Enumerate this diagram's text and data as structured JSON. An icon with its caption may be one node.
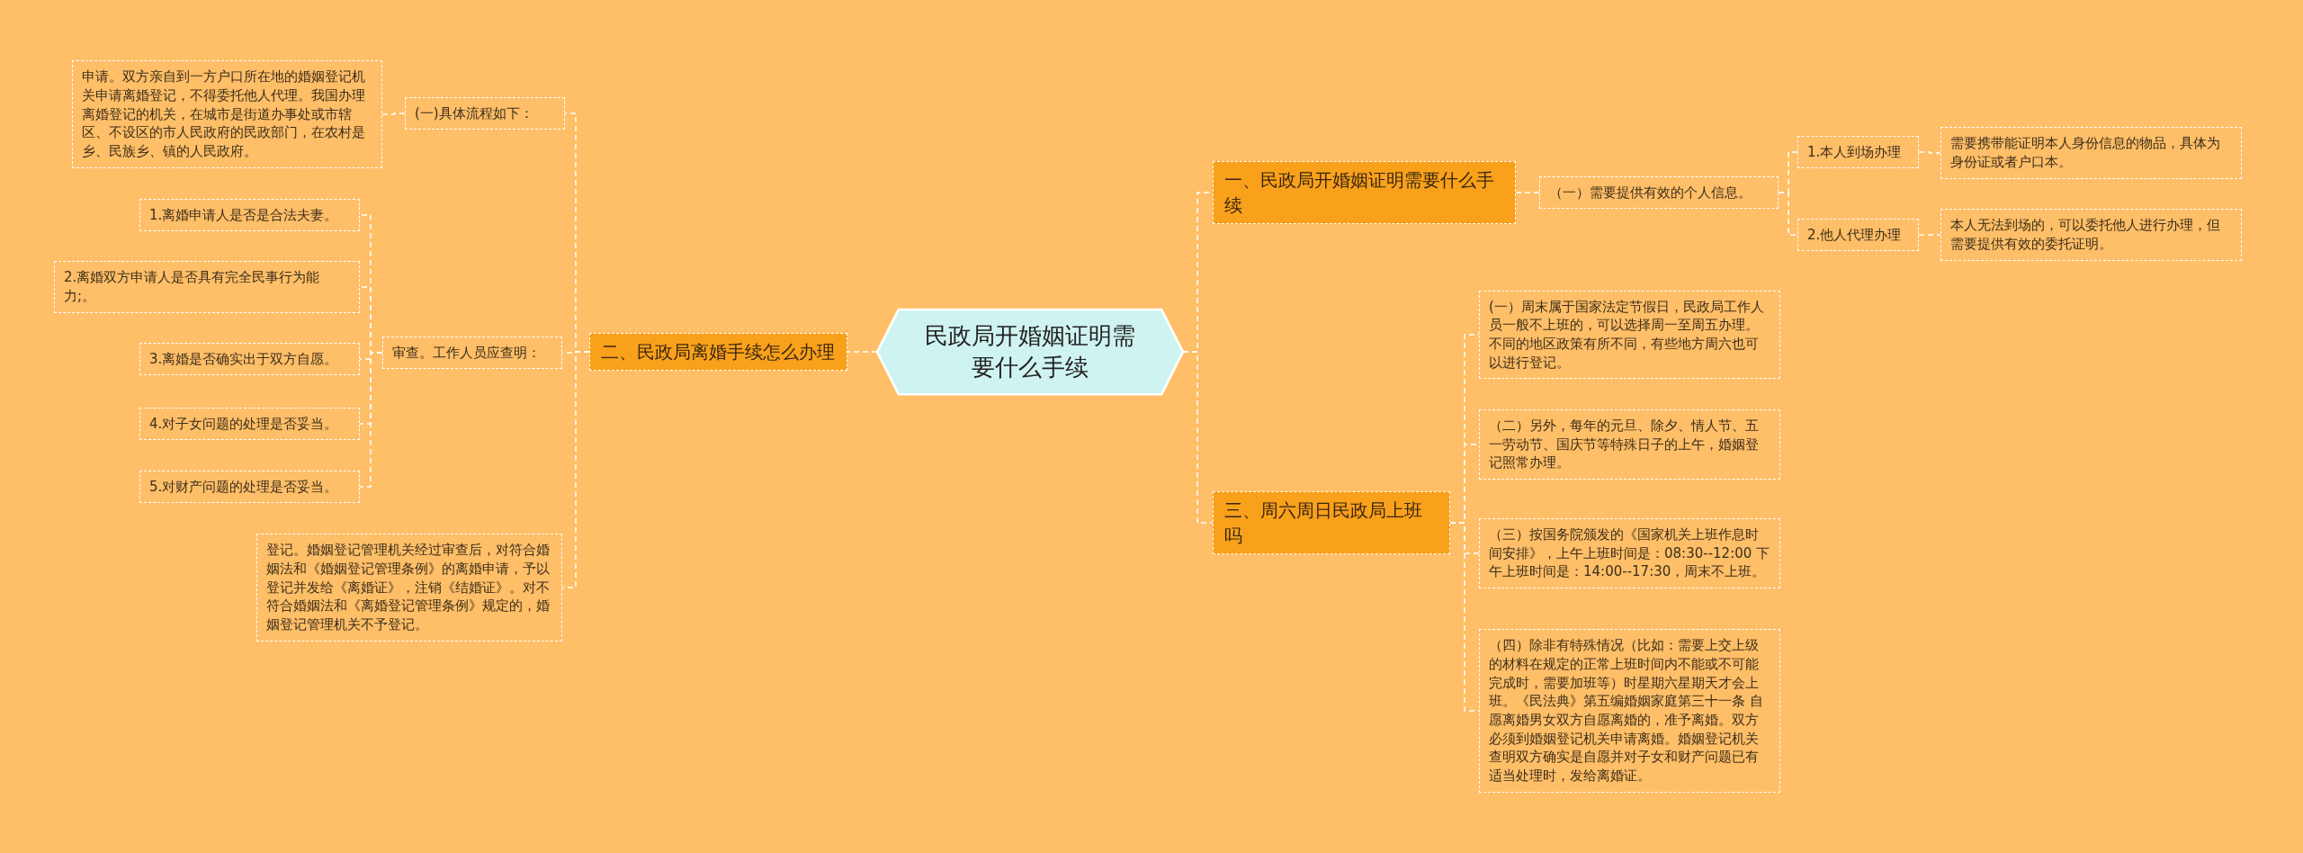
{
  "diagram": {
    "nodes": [
      {
        "text": [
          "民政局开婚姻证明需要什么手续"
        ]
      },
      {
        "text": [
          "一、民政局开婚姻证明需要什么手续"
        ]
      },
      {
        "text": [
          "（一）需要提供有效的个人信息。"
        ]
      },
      {
        "text": [
          "1.本人到场办理"
        ]
      },
      {
        "text": [
          "需要携带能证明本人身份信息的物品，具体为身份证或者户口本。"
        ]
      },
      {
        "text": [
          "2.他人代理办理"
        ]
      },
      {
        "text": [
          "本人无法到场的，可以委托他人进行办理，但需要提供有效的委托证明。"
        ]
      },
      {
        "text": [
          "三、周六周日民政局上班吗"
        ]
      },
      {
        "text": [
          "(一）周末属于国家法定节假日，民政局工作人员一般不上班的，可以选择周一至周五办理。不同的地区政策有所不同，有些地方周六也可以进行登记。"
        ]
      },
      {
        "text": [
          "（二）另外，每年的元旦、除夕、情人节、五一劳动节、国庆节等特殊日子的上午，婚姻登记照常办理。"
        ]
      },
      {
        "text": [
          "（三）按国务院颁发的《国家机关上班作息时间安排》，上午上班时间是：08:30--12:00 下午上班时间是：14:00--17:30，周末不上班。"
        ]
      },
      {
        "text": [
          "（四）除非有特殊情况（比如：需要上交上级的材料在规定的正常上班时间内不能或不可能完成时，需要加班等）时星期六星期天才会上班。《民法典》第五编婚姻家庭第三十一条 自愿离婚男女双方自愿离婚的，准予离婚。双方必须到婚姻登记机关申请离婚。婚姻登记机关查明双方确实是自愿并对子女和财产问题已有适当处理时，发给离婚证。"
        ]
      },
      {
        "text": [
          "二、民政局离婚手续怎么办理"
        ]
      },
      {
        "text": [
          "(一)具体流程如下："
        ]
      },
      {
        "text": [
          "申请。双方亲自到一方户口所在地的婚姻登记机关申请离婚登记，不得委托他人代理。我国办理离婚登记的机关，在城市是街道办事处或市辖区、不设区的市人民政府的民政部门，在农村是乡、民族乡、镇的人民政府。"
        ]
      },
      {
        "text": [
          "审查。工作人员应查明："
        ]
      },
      {
        "text": [
          "1.离婚申请人是否是合法夫妻。"
        ]
      },
      {
        "text": [
          "2.离婚双方申请人是否具有完全民事行为能力;。"
        ]
      },
      {
        "text": [
          "3.离婚是否确实出于双方自愿。"
        ]
      },
      {
        "text": [
          "4.对子女问题的处理是否妥当。"
        ]
      },
      {
        "text": [
          "5.对财产问题的处理是否妥当。"
        ]
      },
      {
        "text": [
          "登记。婚姻登记管理机关经过审查后，对符合婚姻法和《婚姻登记管理条例》的离婚申请，予以登记并发给《离婚证》，注销《结婚证》。对不符合婚姻法和《离婚登记管理条例》规定的，婚姻登记管理机关不予登记。"
        ]
      }
    ],
    "edges": [
      {
        "from": 0,
        "to": 1,
        "arrow": "none"
      },
      {
        "from": 1,
        "to": 2,
        "arrow": "none"
      },
      {
        "from": 2,
        "to": 3,
        "arrow": "none"
      },
      {
        "from": 3,
        "to": 4,
        "arrow": "none"
      },
      {
        "from": 2,
        "to": 5,
        "arrow": "none"
      },
      {
        "from": 5,
        "to": 6,
        "arrow": "none"
      },
      {
        "from": 0,
        "to": 7,
        "arrow": "none"
      },
      {
        "from": 7,
        "to": 8,
        "arrow": "none"
      },
      {
        "from": 7,
        "to": 9,
        "arrow": "none"
      },
      {
        "from": 7,
        "to": 10,
        "arrow": "none"
      },
      {
        "from": 7,
        "to": 11,
        "arrow": "none"
      },
      {
        "from": 0,
        "to": 12,
        "arrow": "none"
      },
      {
        "from": 12,
        "to": 13,
        "arrow": "none"
      },
      {
        "from": 13,
        "to": 14,
        "arrow": "none"
      },
      {
        "from": 12,
        "to": 15,
        "arrow": "none"
      },
      {
        "from": 15,
        "to": 16,
        "arrow": "none"
      },
      {
        "from": 15,
        "to": 17,
        "arrow": "none"
      },
      {
        "from": 15,
        "to": 18,
        "arrow": "none"
      },
      {
        "from": 15,
        "to": 19,
        "arrow": "none"
      },
      {
        "from": 15,
        "to": 20,
        "arrow": "none"
      },
      {
        "from": 12,
        "to": 21,
        "arrow": "none"
      }
    ]
  }
}
